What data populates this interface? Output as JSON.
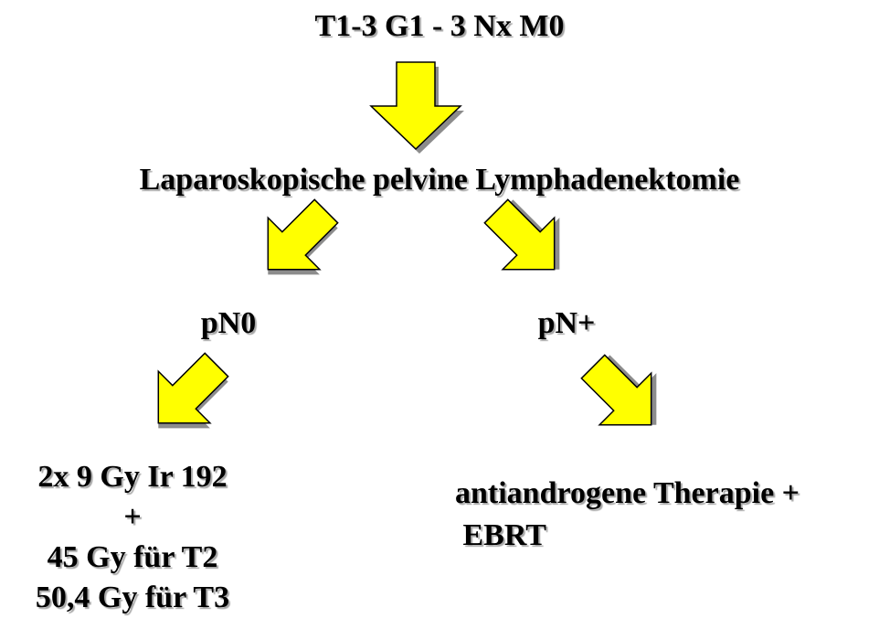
{
  "nodes": {
    "top": "T1-3 G1 - 3 Nx M0",
    "lymphadenectomy": "Laparoskopische pelvine Lymphadenektomie",
    "pn0": "pN0",
    "pnplus": "pN+",
    "left_final": {
      "line1": "2x 9 Gy Ir 192",
      "line2": "+",
      "line3": "45 Gy für T2",
      "line4": "50,4 Gy für T3"
    },
    "right_final": {
      "line1": "antiandrogene Therapie +",
      "line2": " EBRT"
    }
  },
  "colors": {
    "arrow_fill": "#ffff00",
    "arrow_stroke": "#000000",
    "text": "#000000"
  },
  "icons": {
    "arrow": "block-arrow-icon"
  }
}
